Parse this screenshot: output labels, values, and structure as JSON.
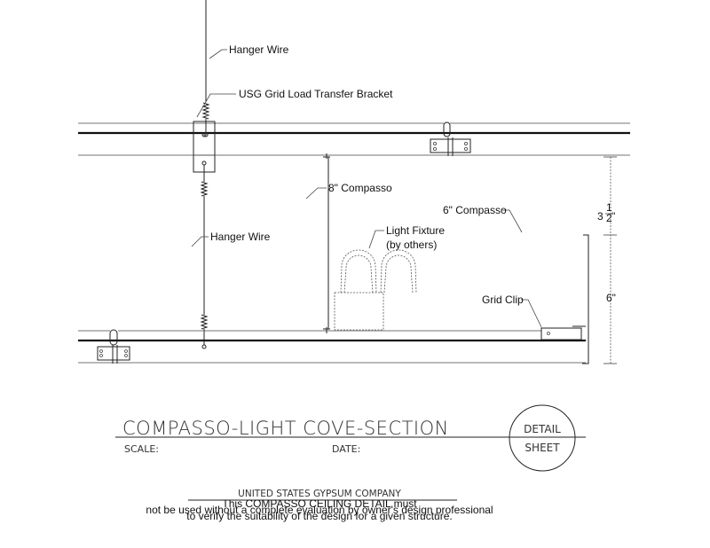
{
  "labels": {
    "hanger_wire_top": "Hanger Wire",
    "bracket": "USG Grid Load Transfer Bracket",
    "compasso_8": "8\" Compasso",
    "hanger_wire_mid": "Hanger Wire",
    "light_fixture_1": "Light Fixture",
    "light_fixture_2": "(by others)",
    "compasso_6": "6\" Compasso",
    "grid_clip": "Grid Clip"
  },
  "dimensions": {
    "upper_whole": "3",
    "upper_num": "1",
    "upper_den": "2",
    "upper_unit": "\"",
    "lower": "6\""
  },
  "title_block": {
    "title": "COMPASSO-LIGHT COVE-SECTION",
    "scale_label": "SCALE:",
    "date_label": "DATE:",
    "detail": "DETAIL",
    "sheet": "SHEET"
  },
  "footer": {
    "company": "UNITED STATES GYPSUM COMPANY",
    "note_1": "This COMPASSO CEILING DETAIL must",
    "note_2": "not be used without a complete evaluation by owner's design professional",
    "note_3": "to verify the suitability of the design for a given structure."
  }
}
